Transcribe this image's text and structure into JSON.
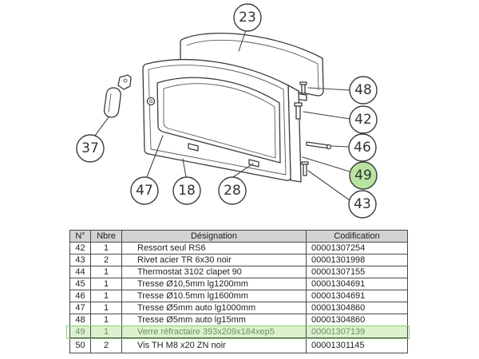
{
  "diagram": {
    "callouts": [
      {
        "label": "23"
      },
      {
        "label": "48"
      },
      {
        "label": "42"
      },
      {
        "label": "46"
      },
      {
        "label": "49",
        "highlighted": true
      },
      {
        "label": "43"
      },
      {
        "label": "37"
      },
      {
        "label": "47"
      },
      {
        "label": "18"
      },
      {
        "label": "28"
      }
    ]
  },
  "parts_table": {
    "headers": {
      "numero": "N°",
      "nbre": "Nbre",
      "designation": "Désignation",
      "codification": "Codification"
    },
    "rows": [
      {
        "numero": "42",
        "nbre": "1",
        "designation": "Ressort seul RS6",
        "codification": "00001307254"
      },
      {
        "numero": "43",
        "nbre": "2",
        "designation": "Rivet acier TR 6x30 noir",
        "codification": "00001301998"
      },
      {
        "numero": "44",
        "nbre": "1",
        "designation": "Thermostat 3102 clapet 90",
        "codification": "00001307155"
      },
      {
        "numero": "45",
        "nbre": "1",
        "designation": "Tresse Ø10,5mm lg1200mm",
        "codification": "00001304691"
      },
      {
        "numero": "46",
        "nbre": "1",
        "designation": "Tresse Ø10.5mm lg1600mm",
        "codification": "00001304691"
      },
      {
        "numero": "47",
        "nbre": "1",
        "designation": "Tresse Ø5mm auto lg1000mm",
        "codification": "00001304860"
      },
      {
        "numero": "48",
        "nbre": "1",
        "designation": "Tresse Ø5mm auto lg15mm",
        "codification": "00001304860"
      },
      {
        "numero": "49",
        "nbre": "1",
        "designation": "Verre réfractaire 393x209x184xep5",
        "codification": "00001307139",
        "highlighted": true
      },
      {
        "numero": "50",
        "nbre": "2",
        "designation": "Vis TH M8 x20 ZN noir",
        "codification": "00001301145"
      }
    ]
  },
  "colors": {
    "callout_highlight_fill": "#b8e3a1",
    "row_highlight_fill": "#dcf2cf",
    "row_highlight_border": "#88d06b",
    "row_highlight_text": "#6f8f63",
    "header_fill": "#d3d3d3"
  }
}
